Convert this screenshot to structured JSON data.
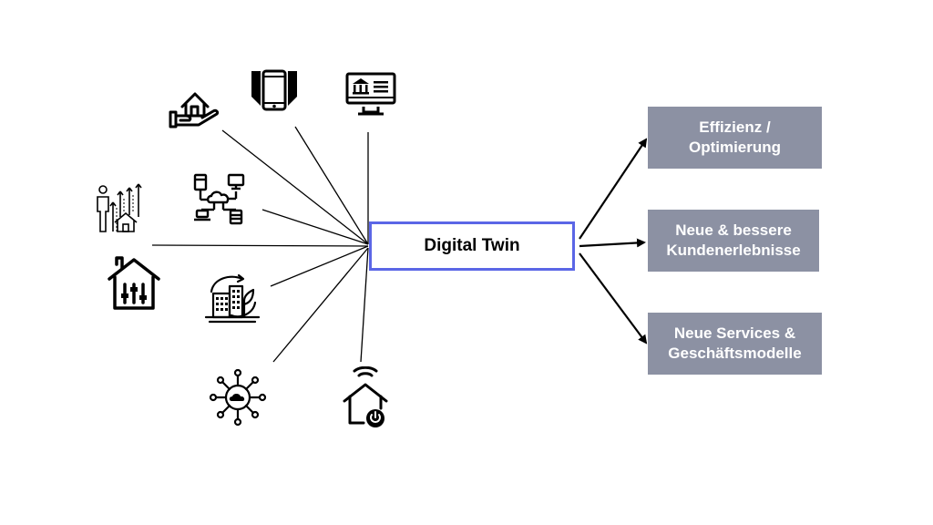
{
  "diagram": {
    "center": {
      "label": "Digital Twin",
      "border_color": "#5b66e6"
    },
    "outcomes": [
      {
        "line1": "Effizienz /",
        "line2": "Optimierung"
      },
      {
        "line1": "Neue & bessere",
        "line2": "Kundenerlebnisse"
      },
      {
        "line1": "Neue Services &",
        "line2": "Geschäftsmodelle"
      }
    ],
    "outcome_color": "#8c91a3",
    "source_icons": [
      "house-in-hand-icon",
      "smartphone-icon",
      "bank-monitor-icon",
      "people-growth-house-icon",
      "devices-cloud-network-icon",
      "smart-home-controls-icon",
      "sustainable-city-icon",
      "cloud-network-hub-icon",
      "smart-home-power-icon"
    ]
  }
}
